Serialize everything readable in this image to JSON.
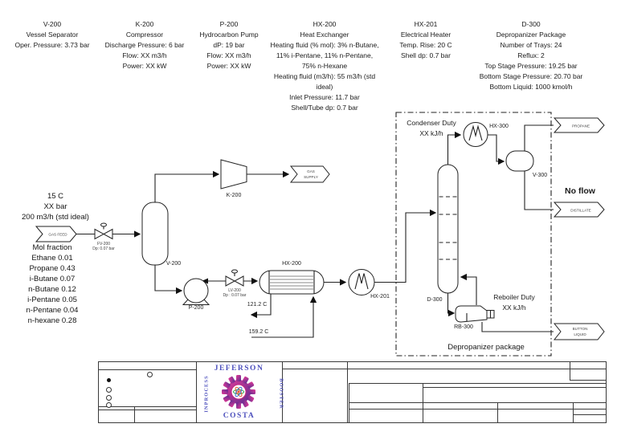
{
  "equipment_notes": [
    {
      "id": "V-200",
      "lines": [
        "V-200",
        "Vessel Separator",
        "Oper. Pressure: 3.73 bar"
      ]
    },
    {
      "id": "K-200",
      "lines": [
        "K-200",
        "Compressor",
        "Discharge Pressure: 6 bar",
        "Flow: XX m3/h",
        "Power: XX kW"
      ]
    },
    {
      "id": "P-200",
      "lines": [
        "P-200",
        "Hydrocarbon Pump",
        "dP: 19 bar",
        "Flow: XX m3/h",
        "Power: XX kW"
      ]
    },
    {
      "id": "HX-200",
      "lines": [
        "HX-200",
        "Heat Exchanger",
        "Heating fluid (% mol): 3% n-Butane, 11% i-Pentane, 11% n-Pentane, 75% n-Hexane",
        "Heating fluid (m3/h): 55 m3/h (std ideal)",
        "Inlet Pressure: 11.7 bar",
        "Shell/Tube dp: 0.7 bar"
      ]
    },
    {
      "id": "HX-201",
      "lines": [
        "HX-201",
        "Electrical Heater",
        "Temp. Rise: 20 C",
        "Shell dp: 0.7 bar"
      ]
    },
    {
      "id": "D-300",
      "lines": [
        "D-300",
        "Depropanizer Package",
        "Number of Trays: 24",
        "Reflux: 2",
        "Top Stage Pressure: 19.25 bar",
        "Bottom Stage Pressure: 20.70 bar",
        "Bottom Liquid: 1000 kmol/h"
      ]
    }
  ],
  "feed_stream": {
    "lines": [
      "15 C",
      "XX bar",
      "200 m3/h (std ideal)"
    ],
    "composition_title": "Mol fraction",
    "composition": [
      "Ethane 0.01",
      "Propane 0.43",
      "i-Butane 0.07",
      "n-Butane 0.12",
      "i-Pentane 0.05",
      "n-Pentane 0.04",
      "n-hexane 0.28"
    ]
  },
  "stream_tags": {
    "gas_feed": "GAS FEED",
    "gas_supply_1": "GAS",
    "gas_supply_2": "SUPPLY",
    "propane": "PROPANE",
    "distillate": "DISTILLATE",
    "bottom_liquid_1": "BUTTON",
    "bottom_liquid_2": "LIQUID"
  },
  "valves": {
    "fv200_name": "FV-200",
    "fv200_dp": "Dp: 0.07 bar",
    "lv200_name": "LV-200",
    "lv200_dp": "Dp : 0.07 bar"
  },
  "equipment_labels": {
    "v200": "V-200",
    "k200": "K-200",
    "p200": "P-200",
    "hx200": "HX-200",
    "hx201": "HX-201",
    "hx300": "HX-300",
    "d300": "D-300",
    "v300": "V-300",
    "rb300": "RB-300"
  },
  "annotations": {
    "condenser_duty_line1": "Condenser Duty",
    "condenser_duty_line2": "XX kJ/h",
    "reboiler_duty_line1": "Reboiler Duty",
    "reboiler_duty_line2": "XX kJ/h",
    "no_flow": "No flow",
    "package_label": "Depropanizer package",
    "hot_out_temp": "121.2 C",
    "hot_in_temp": "159.2 C"
  },
  "logo": {
    "top": "JEFERSON",
    "bottom": "COSTA",
    "left": "INPROCESS",
    "right": "BOOSTER",
    "text_color": "#4d50bd",
    "gear_color_start": "#e23a97",
    "gear_color_end": "#5c2d91"
  }
}
